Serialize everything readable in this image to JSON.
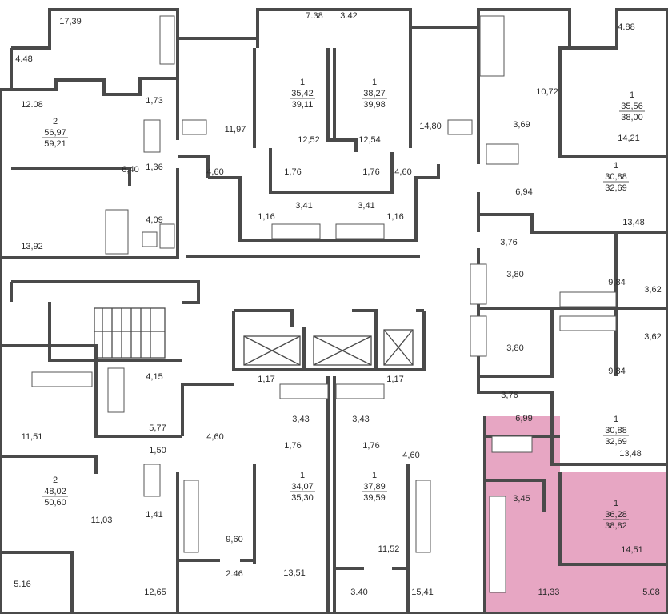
{
  "highlight_color": "#e7a6c3",
  "room_labels": [
    "17,39",
    "7.38",
    "3.42",
    "4.88",
    "4.48",
    "12.08",
    "1,73",
    "10,72",
    "11,97",
    "12,52",
    "12,54",
    "14,80",
    "3,69",
    "14,21",
    "6,40",
    "1,36",
    "4,60",
    "1,76",
    "1,76",
    "4,60",
    "6,94",
    "4,09",
    "1,16",
    "3,41",
    "3,41",
    "1,16",
    "13,48",
    "13,92",
    "3,76",
    "3,80",
    "9,84",
    "3,62",
    "3,80",
    "3,62",
    "9,84",
    "4,15",
    "1,17",
    "1,17",
    "3,76",
    "3,43",
    "3,43",
    "6,99",
    "11,51",
    "5,77",
    "4,60",
    "1,76",
    "1,76",
    "4,60",
    "13,48",
    "1,50",
    "3,45",
    "11,03",
    "1,41",
    "9,60",
    "11,52",
    "14,51",
    "2.46",
    "13,51",
    "5.16",
    "12,65",
    "3.40",
    "15,41",
    "11,33",
    "5.08"
  ],
  "apartments": [
    {
      "rooms": "2",
      "area": "56,97",
      "total": "59,21"
    },
    {
      "rooms": "1",
      "area": "35,42",
      "total": "39,11"
    },
    {
      "rooms": "1",
      "area": "38,27",
      "total": "39,98"
    },
    {
      "rooms": "1",
      "area": "35,56",
      "total": "38,00"
    },
    {
      "rooms": "1",
      "area": "30,88",
      "total": "32,69"
    },
    {
      "rooms": "1",
      "area": "30,88",
      "total": "32,69"
    },
    {
      "rooms": "2",
      "area": "48,02",
      "total": "50,60"
    },
    {
      "rooms": "1",
      "area": "34,07",
      "total": "35,30"
    },
    {
      "rooms": "1",
      "area": "37,89",
      "total": "39,59"
    },
    {
      "rooms": "1",
      "area": "36,28",
      "total": "38,82"
    }
  ]
}
